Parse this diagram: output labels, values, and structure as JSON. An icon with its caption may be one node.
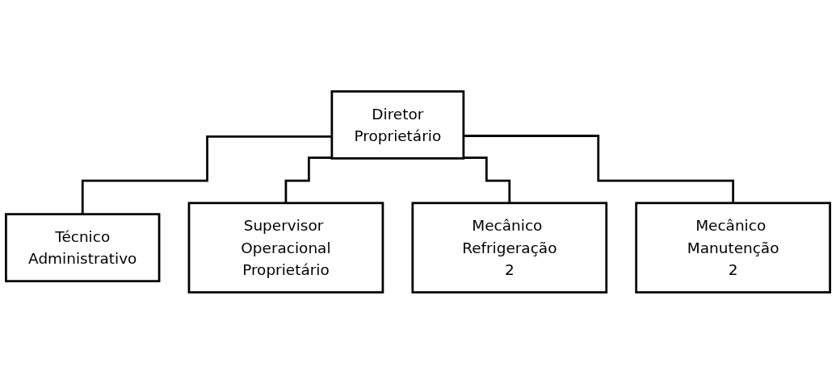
{
  "diagram": {
    "nodes": [
      {
        "text": [
          "Diretor",
          "Proprietário"
        ]
      },
      {
        "text": [
          "Técnico",
          "Administrativo"
        ]
      },
      {
        "text": [
          "Supervisor Operacional",
          "Proprietário"
        ]
      },
      {
        "text": [
          "Mecânico Refrigeração",
          "2"
        ]
      },
      {
        "text": [
          "Mecânico Manutenção",
          "2"
        ]
      }
    ],
    "edges": [
      {
        "from": 0,
        "to": 1,
        "arrow": "none"
      },
      {
        "from": 0,
        "to": 2,
        "arrow": "none"
      },
      {
        "from": 0,
        "to": 3,
        "arrow": "none"
      },
      {
        "from": 0,
        "to": 4,
        "arrow": "none"
      }
    ]
  }
}
